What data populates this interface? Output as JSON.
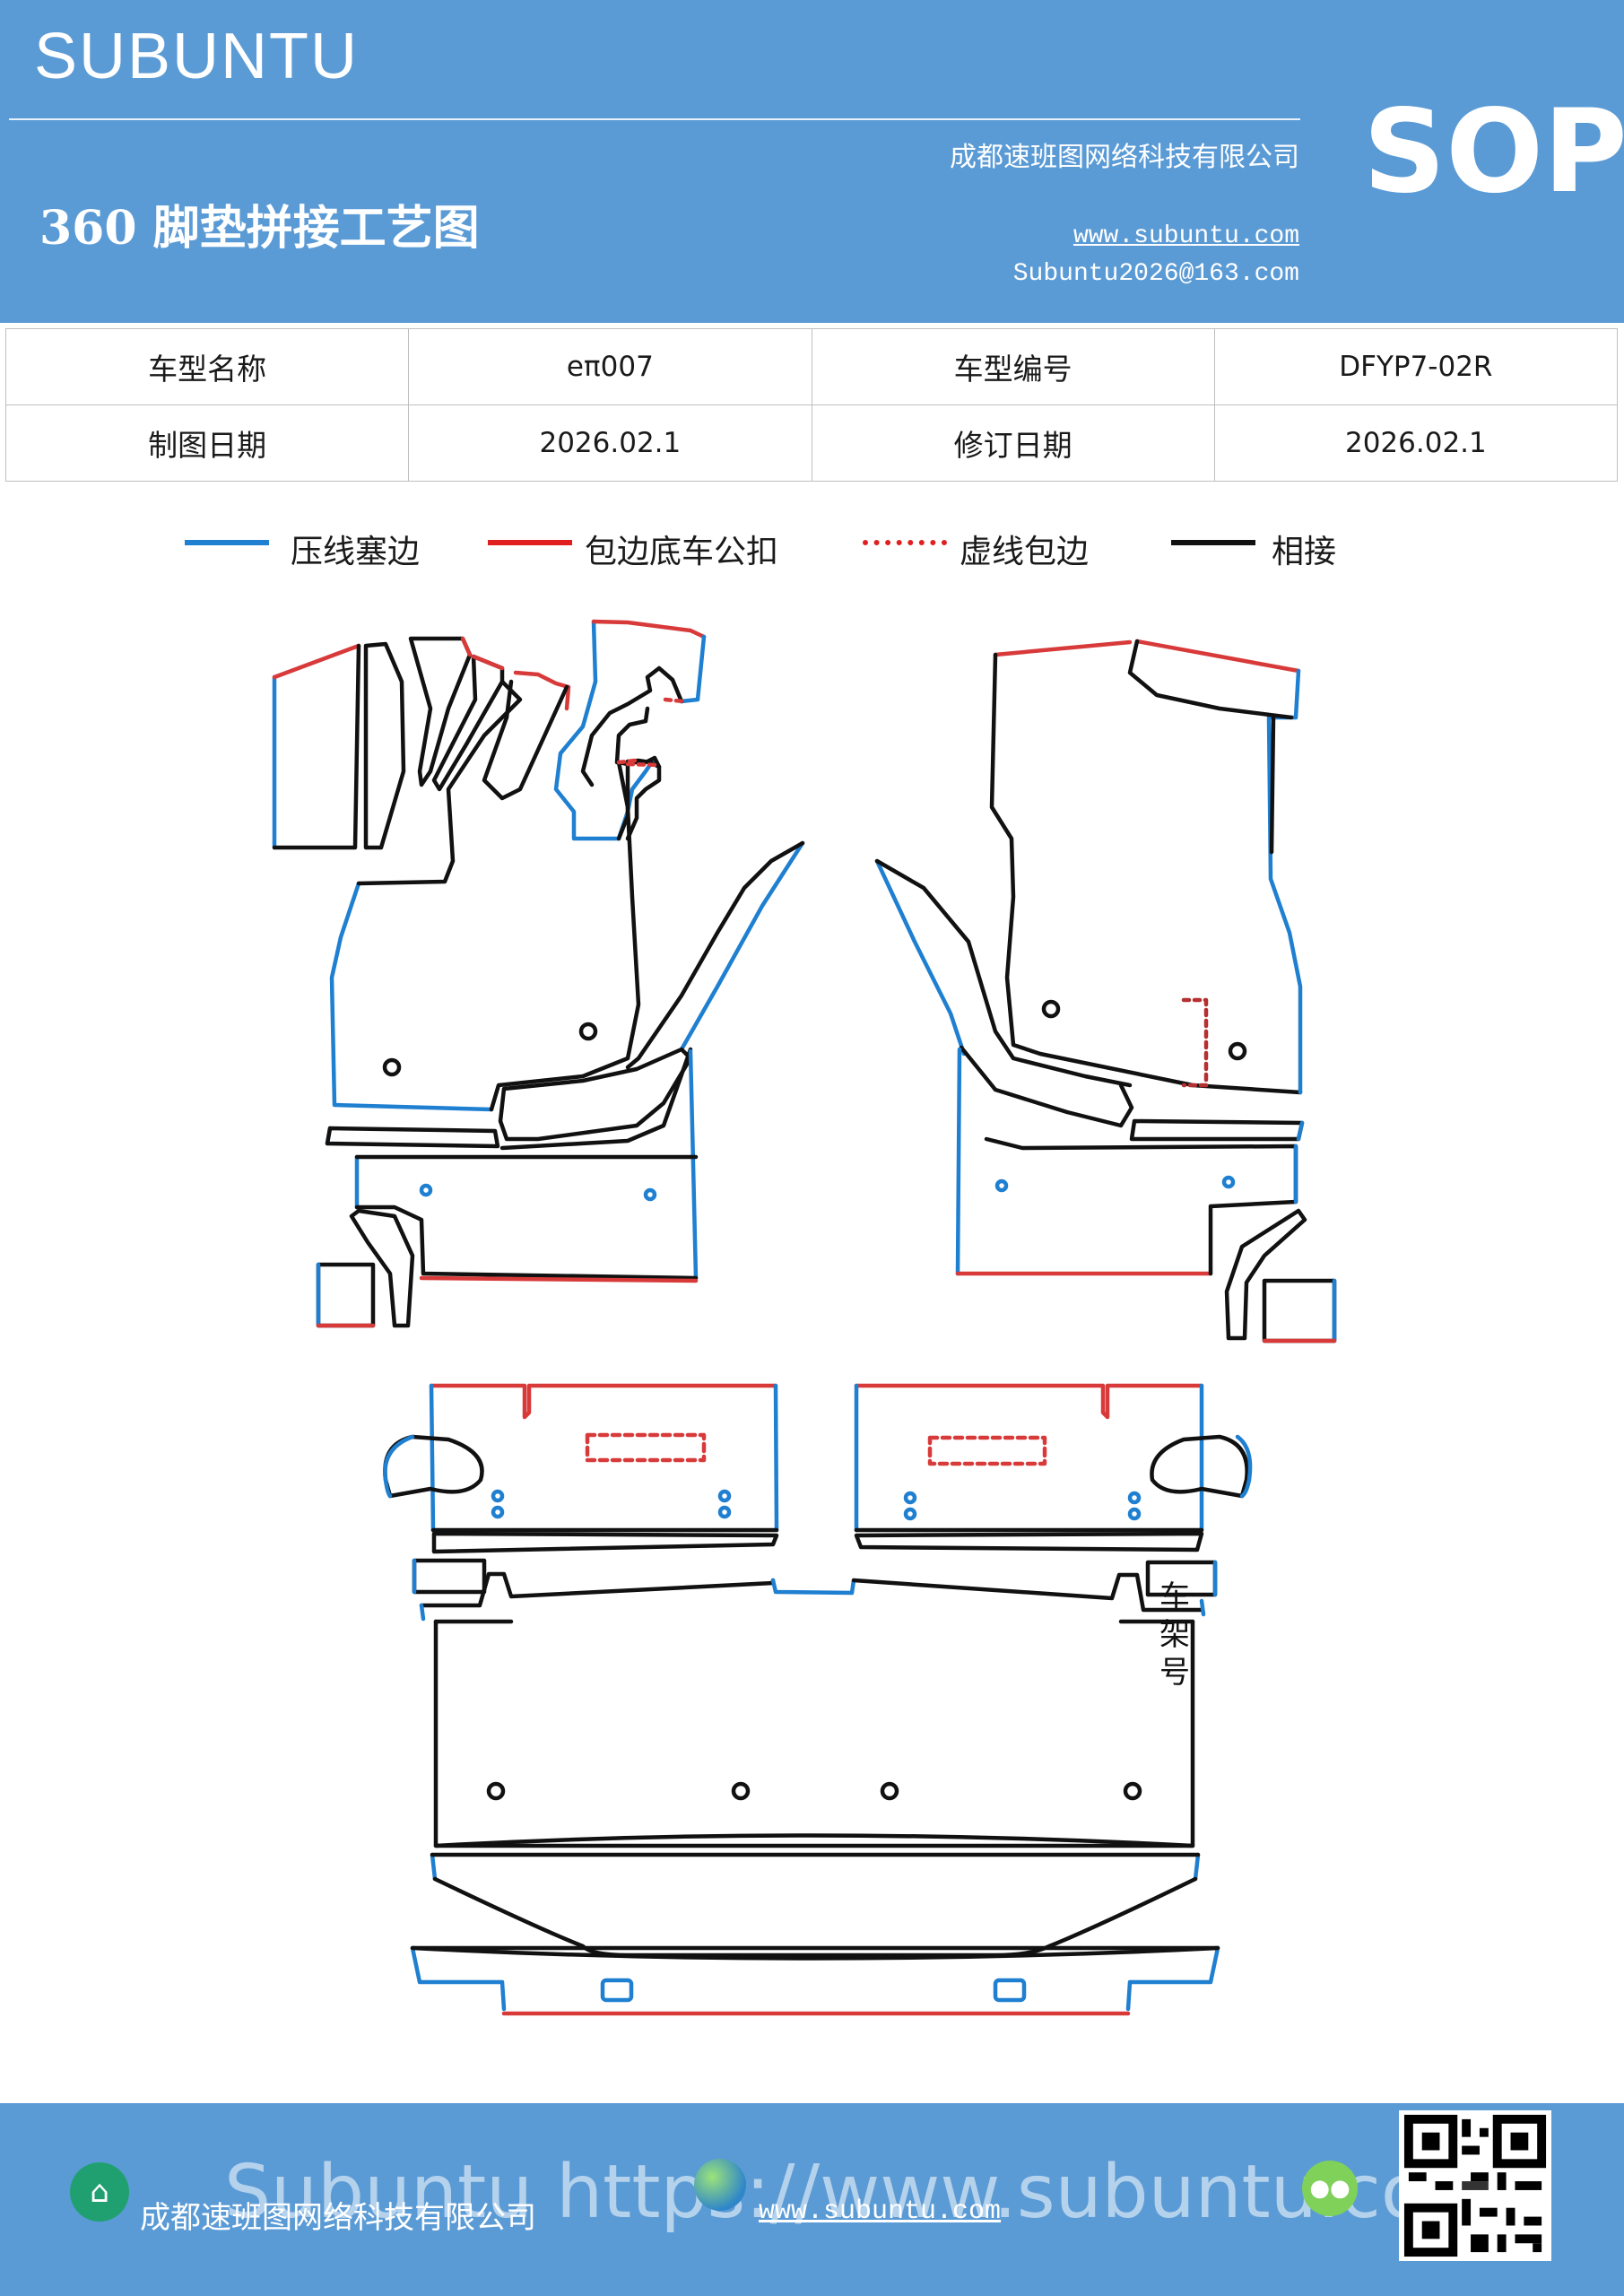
{
  "header": {
    "brand": "SUBUNTU",
    "title": "360 脚垫拼接工艺图",
    "company": "成都速班图网络科技有限公司",
    "website": "www.subuntu.com",
    "email": "Subuntu2026@163.com",
    "badge": "SOP"
  },
  "info": {
    "model_name_label": "车型名称",
    "model_name": "eπ007",
    "model_code_label": "车型编号",
    "model_code": "DFYP7-02R",
    "draw_date_label": "制图日期",
    "draw_date": "2026.02.1",
    "revision_date_label": "修订日期",
    "revision_date": "2026.02.1"
  },
  "legend": [
    {
      "label": "压线塞边",
      "color": "#1f7fd0",
      "style": "solid"
    },
    {
      "label": "包边底车公扣",
      "color": "#e02020",
      "style": "solid"
    },
    {
      "label": "虚线包边",
      "color": "#e02020",
      "style": "dotted"
    },
    {
      "label": "相接",
      "color": "#111111",
      "style": "solid"
    }
  ],
  "drawing": {
    "frame_label": "车架号",
    "colors": {
      "blue": "#1f7fd0",
      "red": "#d83a3a",
      "black": "#111111",
      "dark_red": "#b53030"
    }
  },
  "footer": {
    "company": "成都速班图网络科技有限公司",
    "url_banner": "Subuntu https://www.subuntu.com",
    "url": "www.subuntu.com",
    "badge_icon": "building-icon",
    "globe_icon": "globe-icon",
    "wechat_icon": "wechat-icon"
  }
}
